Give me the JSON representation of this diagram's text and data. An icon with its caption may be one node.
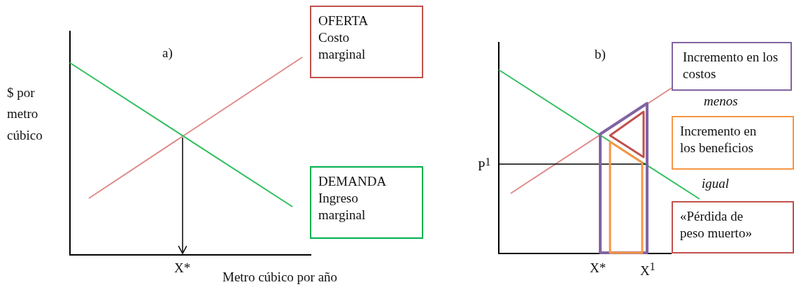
{
  "diagram": {
    "nodes": [
      {
        "text": [
          "OFERTA Costo marginal"
        ]
      },
      {
        "text": [
          "DEMANDA Ingreso marginal"
        ]
      },
      {
        "text": [
          "Incremento en los costos"
        ]
      },
      {
        "text": [
          "Incremento en los beneficios"
        ]
      },
      {
        "text": [
          "«Pérdida de peso muerto»"
        ]
      }
    ],
    "labels": [
      "a)",
      "b)",
      "$ por metro cúbico",
      "menos",
      "P$^{1}$",
      "igual",
      "X*",
      "Metro cúbico por año",
      "X*",
      "X$^{1}$"
    ]
  }
}
